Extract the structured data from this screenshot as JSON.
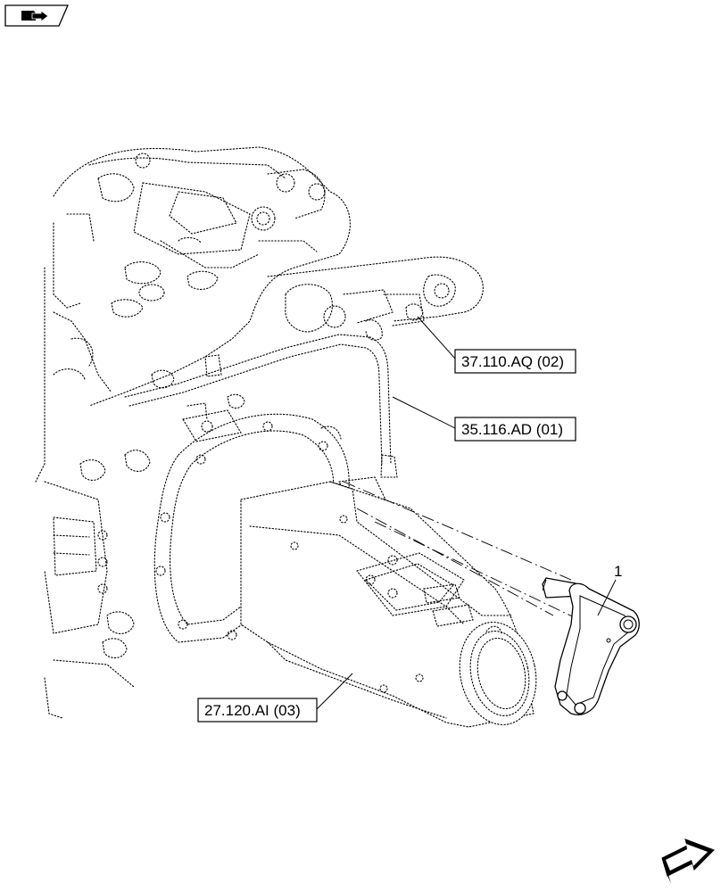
{
  "callouts": [
    {
      "id": "c1",
      "label": "37.110.AQ (02)"
    },
    {
      "id": "c2",
      "label": "35.116.AD (01)"
    },
    {
      "id": "c3",
      "label": "27.120.AI (03)"
    }
  ],
  "item_number": "1",
  "icons": {
    "top_left": "book-arrow-icon",
    "bottom_right": "next-page-arrow-icon"
  },
  "colors": {
    "line": "#000000",
    "background": "#ffffff"
  }
}
